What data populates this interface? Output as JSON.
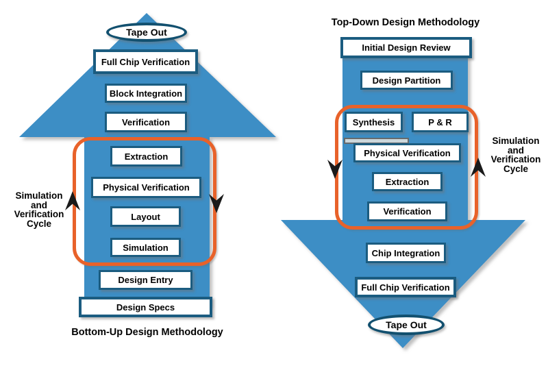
{
  "left_diagram": {
    "caption": "Bottom-Up Design Methodology",
    "tape_out_label": "Tape Out",
    "steps": [
      "Full Chip Verification",
      "Block Integration",
      "Verification",
      "Extraction",
      "Physical Verification",
      "Layout",
      "Simulation",
      "Design Entry",
      "Design Specs"
    ],
    "cycle_label": [
      "Simulation",
      "and",
      "Verification",
      "Cycle"
    ]
  },
  "right_diagram": {
    "title": "Top-Down Design Methodology",
    "tape_out_label": "Tape Out",
    "steps": [
      "Initial Design Review",
      "Design Partition",
      "Synthesis",
      "P & R",
      "Physical Verification",
      "Extraction",
      "Verification",
      "Chip Integration",
      "Full Chip Verification"
    ],
    "cycle_label": [
      "Simulation",
      "and",
      "Verification",
      "Cycle"
    ]
  },
  "colors": {
    "arrow_blue": "#3E8EC5",
    "box_border": "#1B5C80",
    "ellipse_border": "#12506F",
    "loop_orange": "#E8622A",
    "cycle_arrow_black": "#1a1a1a",
    "text": "#000000"
  }
}
